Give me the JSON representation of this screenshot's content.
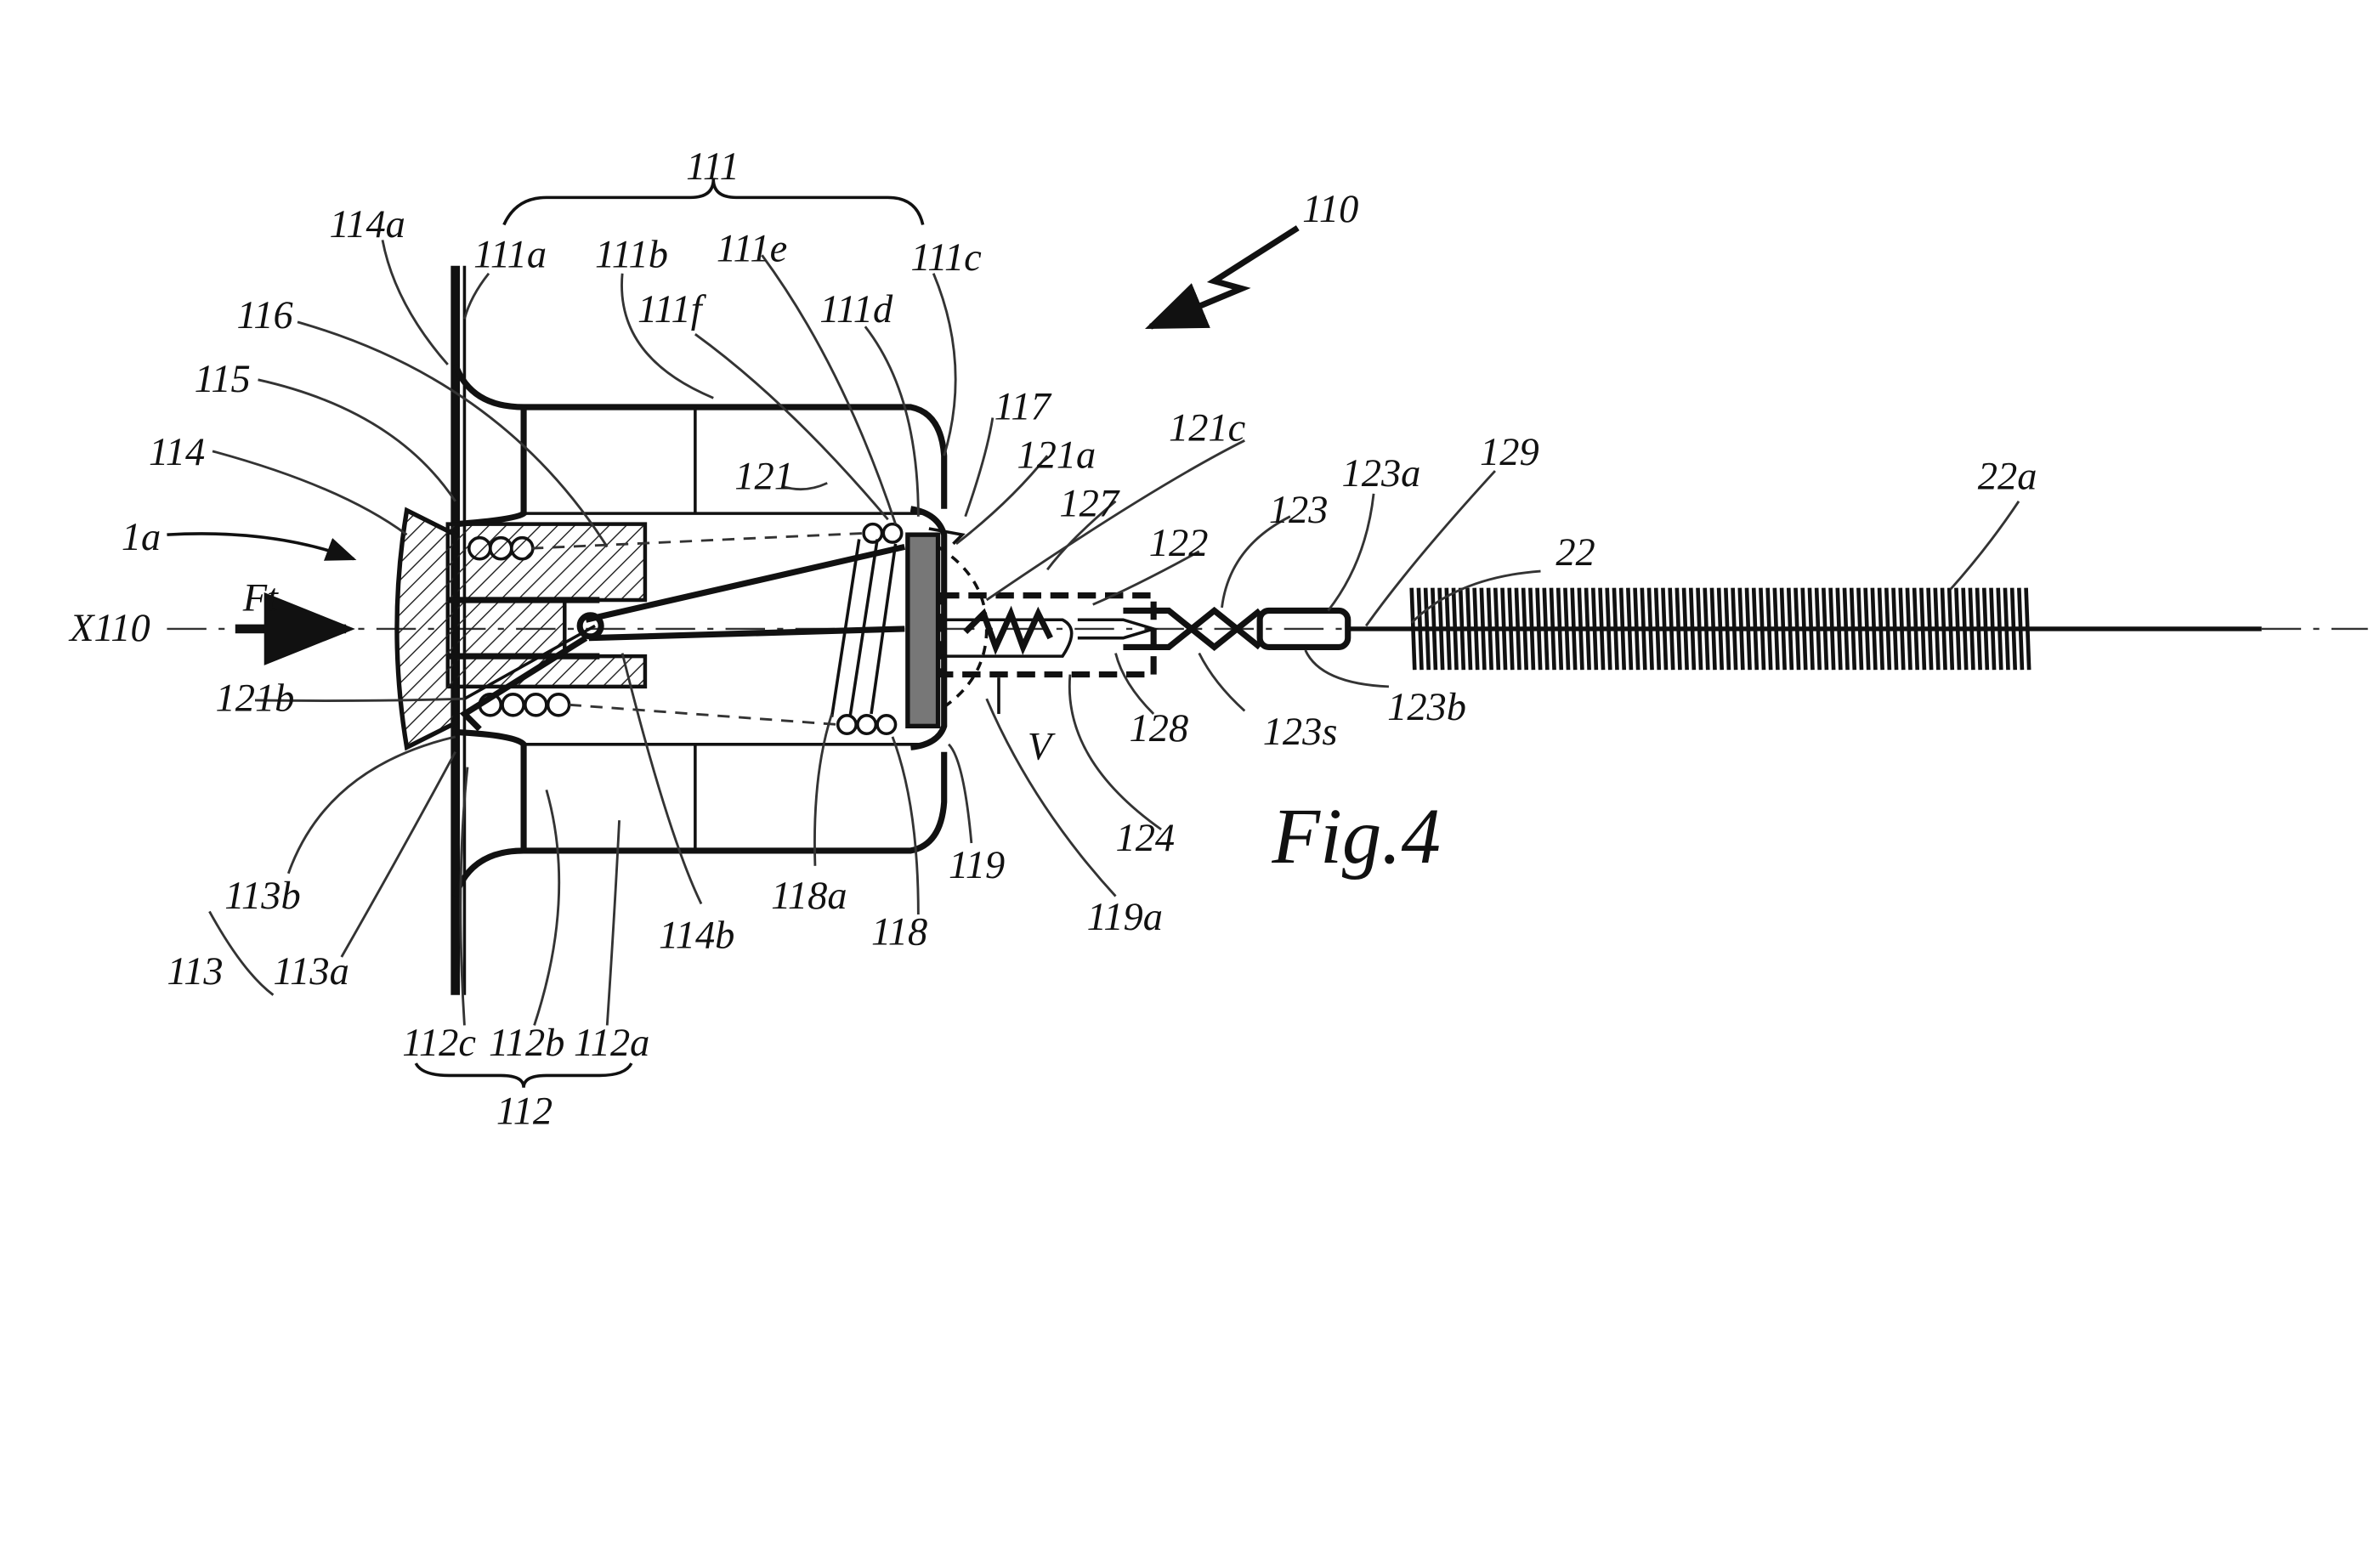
{
  "figure": {
    "title": "Fig.4",
    "labels": {
      "l111": "111",
      "l110": "110",
      "l114a": "114a",
      "l111a": "111a",
      "l111b": "111b",
      "l111e": "111e",
      "l111c": "111c",
      "l116": "116",
      "l111f": "111f",
      "l111d": "111d",
      "l115": "115",
      "l117": "117",
      "l121c": "121c",
      "l114": "114",
      "l121a": "121a",
      "l129": "129",
      "l123a": "123a",
      "l22a": "22a",
      "l121": "121",
      "l127": "127",
      "l123": "123",
      "l1a": "1a",
      "l122": "122",
      "l22": "22",
      "lX110": "X110",
      "lFt": "Ft",
      "l121b": "121b",
      "l123b": "123b",
      "l128": "128",
      "l123s": "123s",
      "lV": "V",
      "l124": "124",
      "l119": "119",
      "l113b": "113b",
      "l118a": "118a",
      "l119a": "119a",
      "l114b": "114b",
      "l118": "118",
      "l113": "113",
      "l113a": "113a",
      "l112c": "112c",
      "l112b": "112b",
      "l112a": "112a",
      "l112": "112"
    }
  }
}
